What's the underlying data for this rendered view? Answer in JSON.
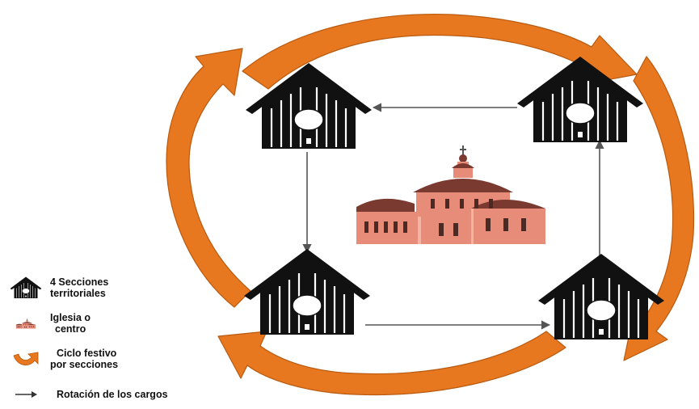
{
  "colors": {
    "cycle_arrow": "#E8781F",
    "cycle_arrow_edge": "#B85A10",
    "house": "#111111",
    "rotation_arrow": "#555555",
    "church_wall": "#E88C7A",
    "church_roof": "#7A3A30"
  },
  "icons": {
    "section": "house-icon",
    "church": "church-icon",
    "cycle": "curved-arrow-icon",
    "rotation": "arrow-right-icon"
  },
  "legend": {
    "sections": {
      "line1": "4 Secciones",
      "line2": "territoriales"
    },
    "church": {
      "line1": "Iglesia o",
      "line2": "centro"
    },
    "cycle": {
      "line1": "Ciclo festivo",
      "line2": "por secciones"
    },
    "rotation": {
      "line1": "Rotación de los cargos"
    }
  }
}
